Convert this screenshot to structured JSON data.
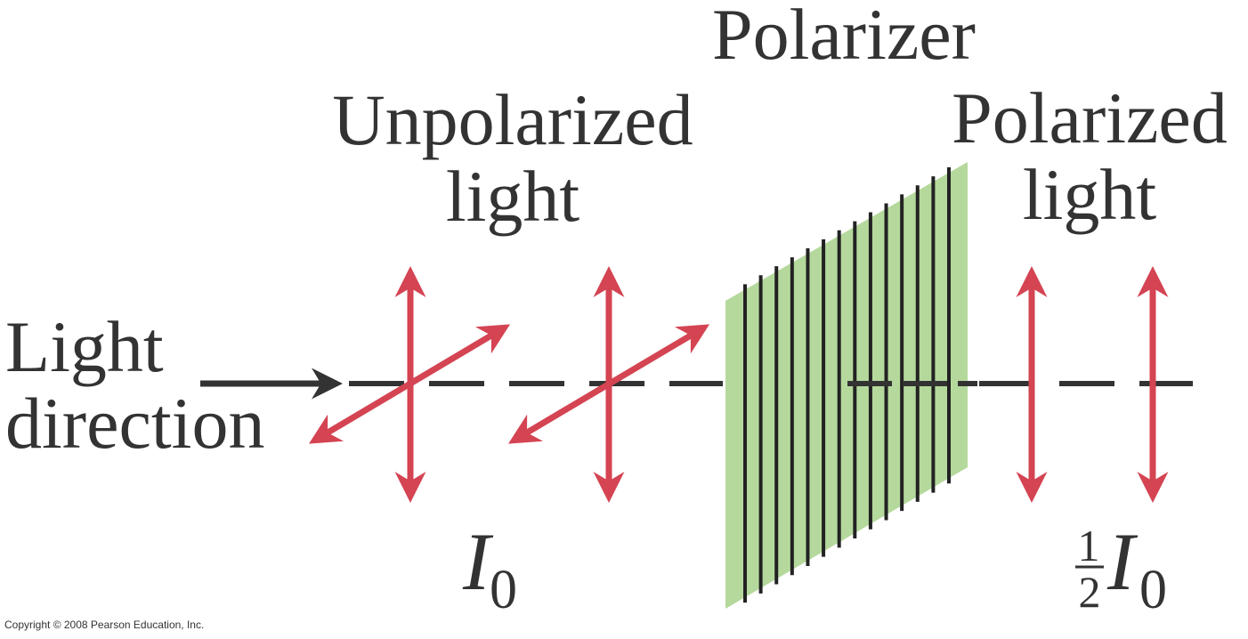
{
  "labels": {
    "polarizer": "Polarizer",
    "unpolarized_line1": "Unpolarized",
    "unpolarized_line2": "light",
    "polarized_line1": "Polarized",
    "polarized_line2": "light",
    "light_line1": "Light",
    "light_line2": "direction",
    "intensity_symbol": "I",
    "intensity_subscript": "0",
    "fraction_numerator": "1",
    "fraction_denominator": "2",
    "copyright": "Copyright © 2008 Pearson Education, Inc."
  },
  "colors": {
    "arrow": "#d44452",
    "polarizer_fill": "#b5d99c",
    "line": "#333333",
    "text": "#333333"
  }
}
